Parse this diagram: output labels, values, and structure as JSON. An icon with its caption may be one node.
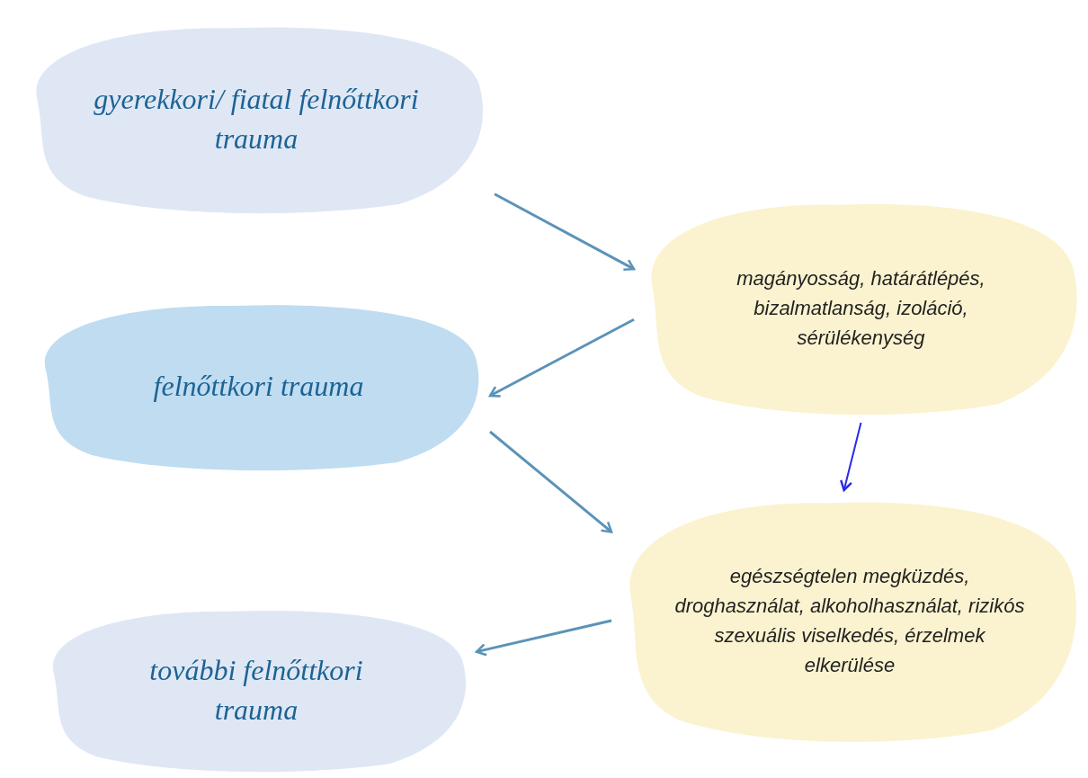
{
  "diagram": {
    "nodes": [
      {
        "text": [
          "gyerekkori/ fiatal felnőttkori trauma"
        ]
      },
      {
        "text": [
          "magányosság, határátlépés, bizalmatlanság, izoláció, sérülékenység"
        ]
      },
      {
        "text": [
          "felnőttkori trauma"
        ]
      },
      {
        "text": [
          "egészségtelen megküzdés, droghasználat, alkoholhasználat, rizikós szexuális viselkedés, érzelmek elkerülése"
        ]
      },
      {
        "text": [
          "további felnőttkori trauma"
        ]
      }
    ],
    "edges": [
      {
        "from": 0,
        "to": 1,
        "arrow": "to"
      },
      {
        "from": 1,
        "to": 2,
        "arrow": "to"
      },
      {
        "from": 2,
        "to": 3,
        "arrow": "to"
      },
      {
        "from": 1,
        "to": 3,
        "arrow": "to",
        "color": "#2a2ae8"
      },
      {
        "from": 3,
        "to": 4,
        "arrow": "to"
      }
    ]
  }
}
